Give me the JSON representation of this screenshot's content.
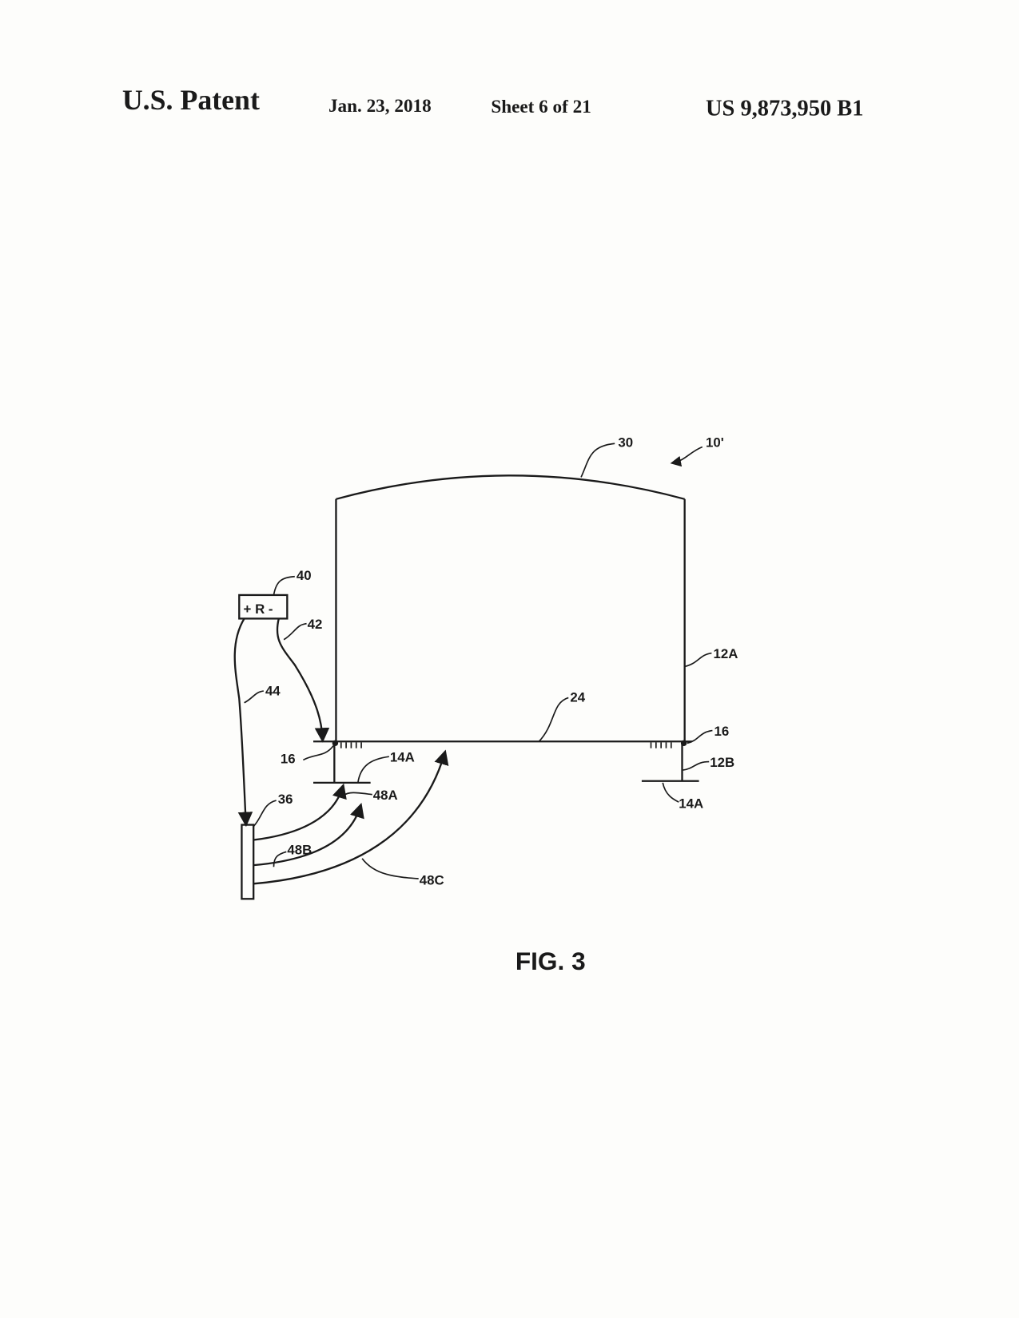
{
  "header": {
    "title": "U.S. Patent",
    "date": "Jan. 23, 2018",
    "sheet": "Sheet 6 of 21",
    "patent_number": "US 9,873,950 B1"
  },
  "figure": {
    "caption": "FIG. 3",
    "box_text": "+ R -",
    "labels": {
      "l30": "30",
      "l10": "10'",
      "l40": "40",
      "l42": "42",
      "l44": "44",
      "l12A": "12A",
      "l24": "24",
      "l16_left": "16",
      "l16_right": "16",
      "l14A_left": "14A",
      "l14A_right": "14A",
      "l12B": "12B",
      "l36": "36",
      "l48A": "48A",
      "l48B": "48B",
      "l48C": "48C"
    }
  }
}
